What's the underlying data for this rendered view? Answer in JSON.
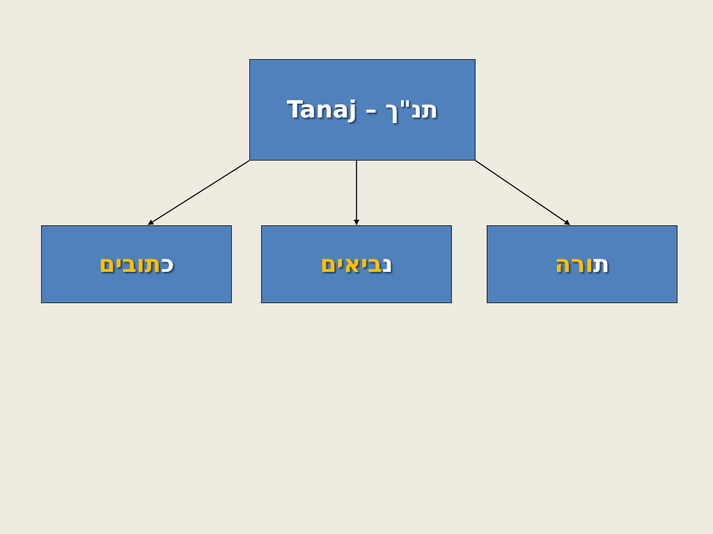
{
  "diagram": {
    "root": {
      "title": "Tanaj – תנ\"ך"
    },
    "children": [
      {
        "first": "כ",
        "rest": "תובים"
      },
      {
        "first": "נ",
        "rest": "ביאים"
      },
      {
        "first": "ת",
        "rest": "ורה"
      }
    ]
  },
  "colors": {
    "background": "#EEEBE0",
    "box_fill": "#4F81BD",
    "highlight_text": "#FFC000",
    "primary_text": "#FFFFFF"
  }
}
